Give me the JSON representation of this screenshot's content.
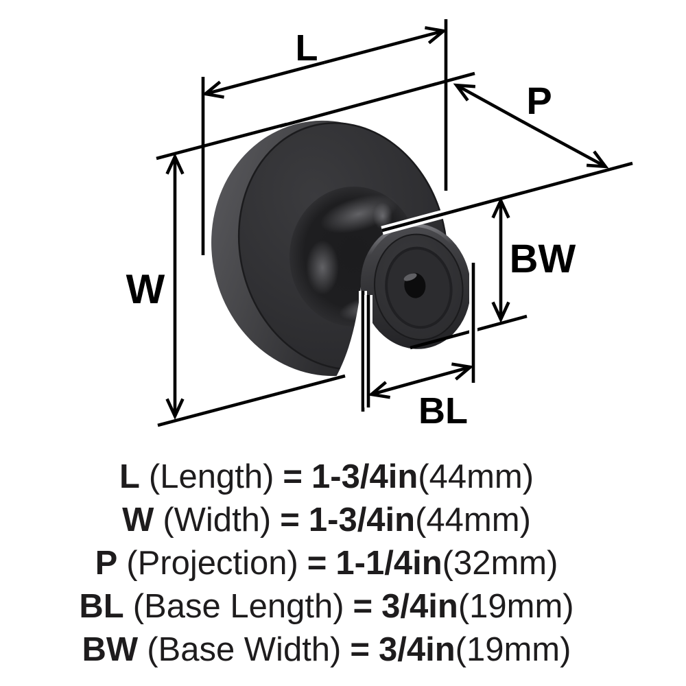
{
  "diagram": {
    "dimension_labels": {
      "length": "L",
      "width": "W",
      "projection": "P",
      "base_length": "BL",
      "base_width": "BW"
    },
    "colors": {
      "background": "#ffffff",
      "line": "#000000",
      "text": "#1e1c1d",
      "knob_body_dark": "#2c2c2e",
      "knob_body_mid": "#3a3a3d",
      "knob_rim_highlight": "#5a5a5e",
      "screw_hole": "#0c0c0d"
    }
  },
  "specs": [
    {
      "abbr": "L",
      "name": "(Length)",
      "eq": "=",
      "value": "1-3/4in",
      "metric": "(44mm)"
    },
    {
      "abbr": "W",
      "name": "(Width)",
      "eq": "=",
      "value": "1-3/4in",
      "metric": "(44mm)"
    },
    {
      "abbr": "P",
      "name": "(Projection)",
      "eq": "=",
      "value": "1-1/4in",
      "metric": "(32mm)"
    },
    {
      "abbr": "BL",
      "name": "(Base Length)",
      "eq": "=",
      "value": "3/4in",
      "metric": "(19mm)"
    },
    {
      "abbr": "BW",
      "name": "(Base Width)",
      "eq": "=",
      "value": "3/4in",
      "metric": "(19mm)"
    }
  ]
}
